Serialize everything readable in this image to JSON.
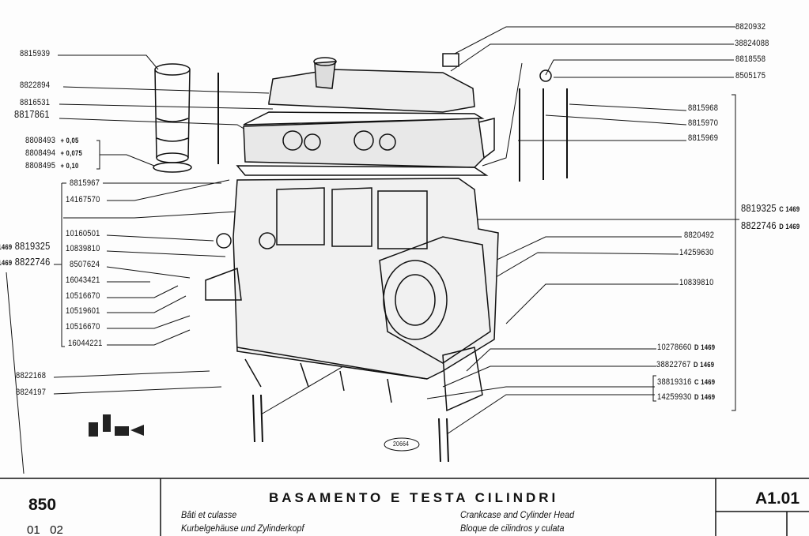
{
  "left_labels": {
    "a": "8815939",
    "b": "8822894",
    "c": "8816531",
    "d": "8817861",
    "e1": "8808493",
    "e1s": "+ 0,05",
    "e2": "8808494",
    "e2s": "+ 0,075",
    "e3": "8808495",
    "e3s": "+ 0,10",
    "f": "8815967",
    "g": "14167570",
    "h": "10160501",
    "i": "10839810",
    "j": "8507624",
    "k": "16043421",
    "l": "10516670",
    "m": "10519601",
    "n": "10516670",
    "o": "16044221",
    "p1": "8819325",
    "p1s": "1469",
    "p2": "8822746",
    "p2s": "1469",
    "q": "8822168",
    "r": "8824197"
  },
  "right_labels": {
    "a": "8820932",
    "b": "38824088",
    "c": "8818558",
    "d": "8505175",
    "e": "8815968",
    "f": "8815970",
    "g": "8815969",
    "h": "8819325",
    "hs": "C 1469",
    "i": "8822746",
    "is": "D 1469",
    "j": "8820492",
    "k": "14259630",
    "l": "10839810",
    "m": "10278660",
    "ms": "D 1469",
    "n": "38822767",
    "ns": "D 1469",
    "o": "38819316",
    "os": "C 1469",
    "p": "14259930",
    "ps": "D 1469"
  },
  "stamp": "20664",
  "footer": {
    "model": "850",
    "groups": "01   02",
    "title": "BASAMENTO E TESTA CILINDRI",
    "fr": "Bâti et culasse",
    "de": "Kurbelgehäuse und Zylinderkopf",
    "en": "Crankcase and Cylinder Head",
    "es": "Bloque de cilindros y culata",
    "code": "A1.01"
  }
}
